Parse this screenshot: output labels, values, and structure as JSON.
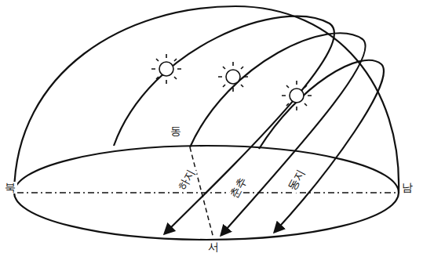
{
  "diagram": {
    "labels": [
      "동",
      "하지",
      "춘추",
      "동지",
      "북",
      "남",
      "서"
    ]
  }
}
